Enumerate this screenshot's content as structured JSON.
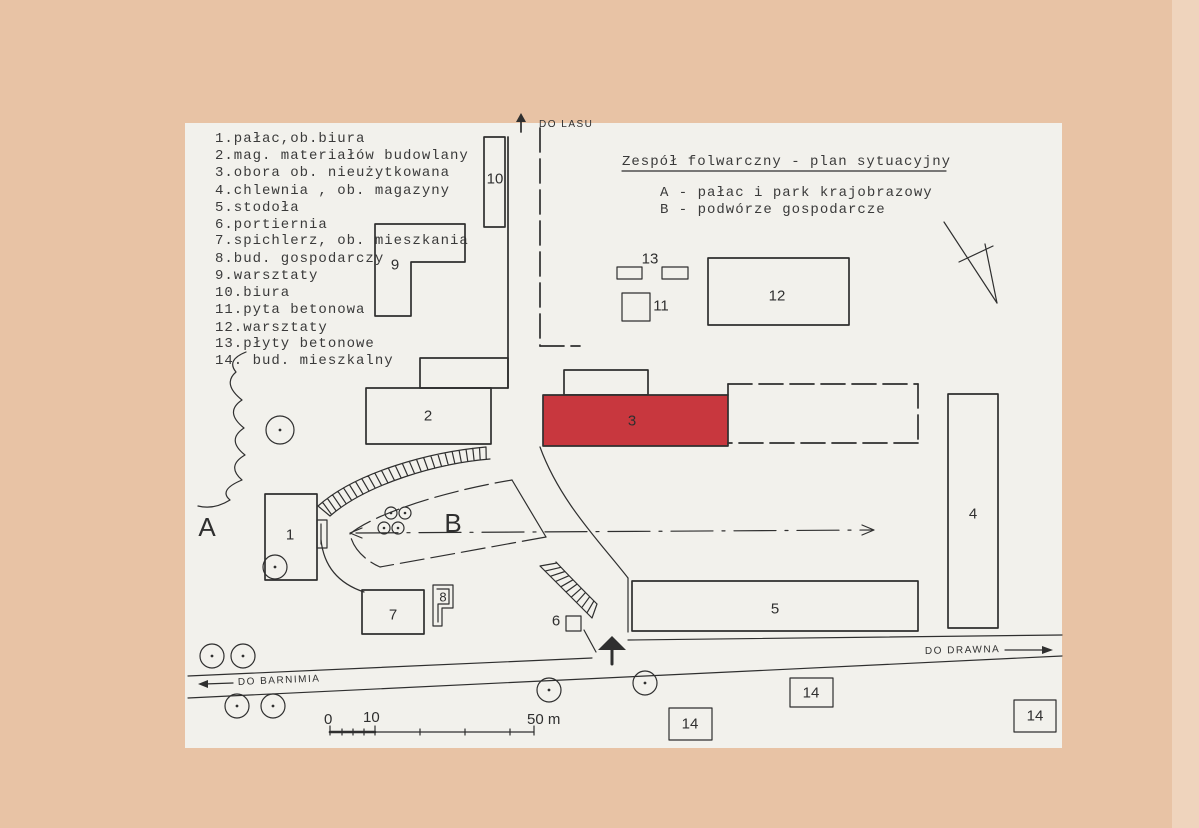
{
  "document": {
    "title": "Zespół folwarczny - plan sytuacyjny",
    "zones": [
      "A - pałac i park krajobrazowy",
      "B - podwórze gospodarcze"
    ],
    "legend": [
      "1.pałac,ob.biura",
      "2.mag. materiałów budowlany",
      "3.obora ob. nieużytkowana",
      "4.chlewnia , ob. magazyny",
      "5.stodoła",
      "6.portiernia",
      "7.spichlerz, ob. mieszkania",
      "8.bud. gospodarczy",
      "9.warsztaty",
      "10.biura",
      "11.pyta betonowa",
      "12.warsztaty",
      "13.płyty betonowe",
      "14. bud. mieszkalny"
    ]
  },
  "map": {
    "zone_letters": {
      "a": "A",
      "b": "B"
    },
    "directions": {
      "forest": "DO LASU",
      "drawno": "DO DRAWNA",
      "barnim": "DO BARNIMIA"
    },
    "scale": {
      "zero": "0",
      "ten": "10",
      "fifty": "50 m"
    },
    "labels": {
      "b1": "1",
      "b2": "2",
      "b3": "3",
      "b4": "4",
      "b5": "5",
      "b6": "6",
      "b7": "7",
      "b8": "8",
      "b9": "9",
      "b10": "10",
      "b11": "11",
      "b12": "12",
      "b13": "13",
      "b14": "14"
    },
    "highlighted_building": "3"
  },
  "colors": {
    "board": "#e8c3a5",
    "board_edge": "#efd4bd",
    "paper": "#f2f1ec",
    "ink": "#2f2f2f",
    "highlight": "#c8373e"
  }
}
